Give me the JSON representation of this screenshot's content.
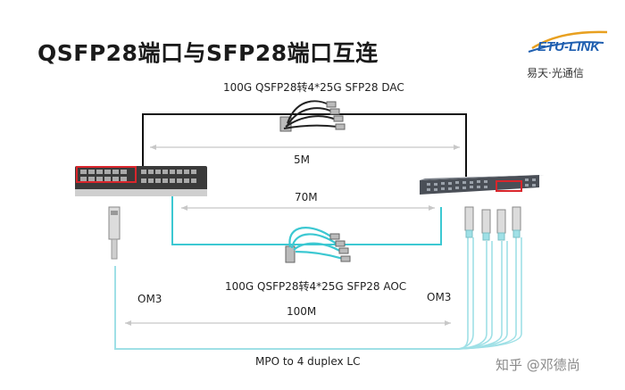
{
  "title": "QSFP28端口与SFP28端口互连",
  "logo": {
    "brand_text": "ETU-LINK",
    "tagline": "易天·光通信"
  },
  "links": {
    "dac": {
      "label": "100G QSFP28转4*25G SFP28 DAC",
      "distance": "5M"
    },
    "aoc": {
      "label": "100G QSFP28转4*25G SFP28 AOC",
      "distance": "70M"
    },
    "fiber": {
      "label": "MPO to 4 duplex LC",
      "distance": "100M",
      "left_type": "OM3",
      "right_type": "OM3"
    }
  },
  "watermark": "知乎 @邓德尚",
  "colors": {
    "dac_cable": "#111111",
    "aoc_cable": "#3cc8d2",
    "fiber_cable": "#9fe0e6",
    "port_highlight": "#d9262c",
    "brand_blue": "#1f5fb0"
  }
}
